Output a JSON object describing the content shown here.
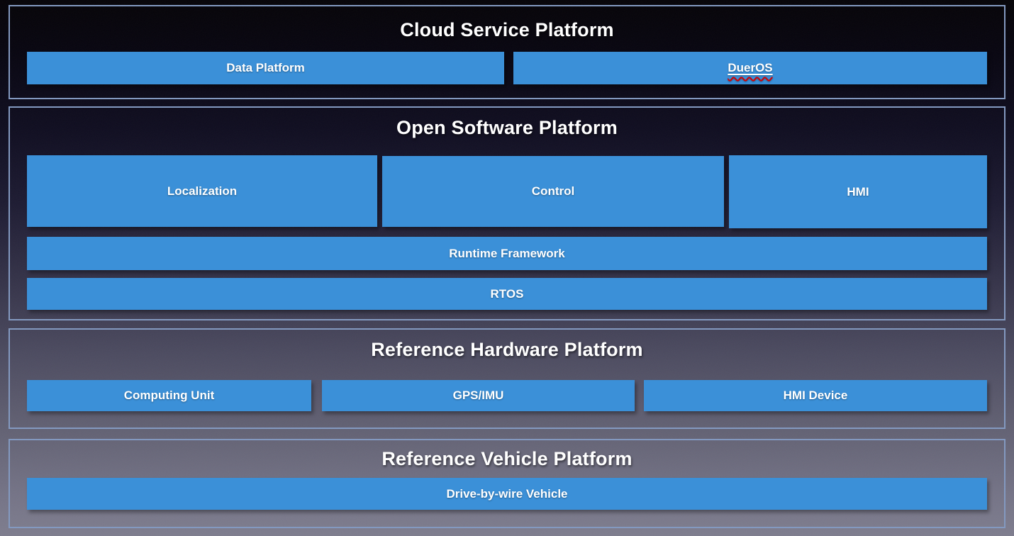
{
  "diagram": {
    "sections": [
      {
        "title": "Cloud Service Platform",
        "boxes": [
          {
            "label": "Data Platform"
          },
          {
            "label": "DuerOS",
            "spellcheck_underline": true
          }
        ]
      },
      {
        "title": "Open Software Platform",
        "boxes": [
          {
            "label": "Localization"
          },
          {
            "label": "Control"
          },
          {
            "label": "HMI"
          },
          {
            "label": "Runtime Framework"
          },
          {
            "label": "RTOS"
          }
        ]
      },
      {
        "title": "Reference Hardware Platform",
        "boxes": [
          {
            "label": "Computing Unit"
          },
          {
            "label": "GPS/IMU"
          },
          {
            "label": "HMI Device"
          }
        ]
      },
      {
        "title": "Reference Vehicle Platform",
        "boxes": [
          {
            "label": "Drive-by-wire Vehicle"
          }
        ]
      }
    ],
    "colors": {
      "box_fill": "#3b90d8",
      "panel_border": "#8399c0",
      "text": "#ffffff",
      "spellcheck_red": "#d40000",
      "background_top": "#050307",
      "background_bottom": "#7e7d8e"
    }
  }
}
